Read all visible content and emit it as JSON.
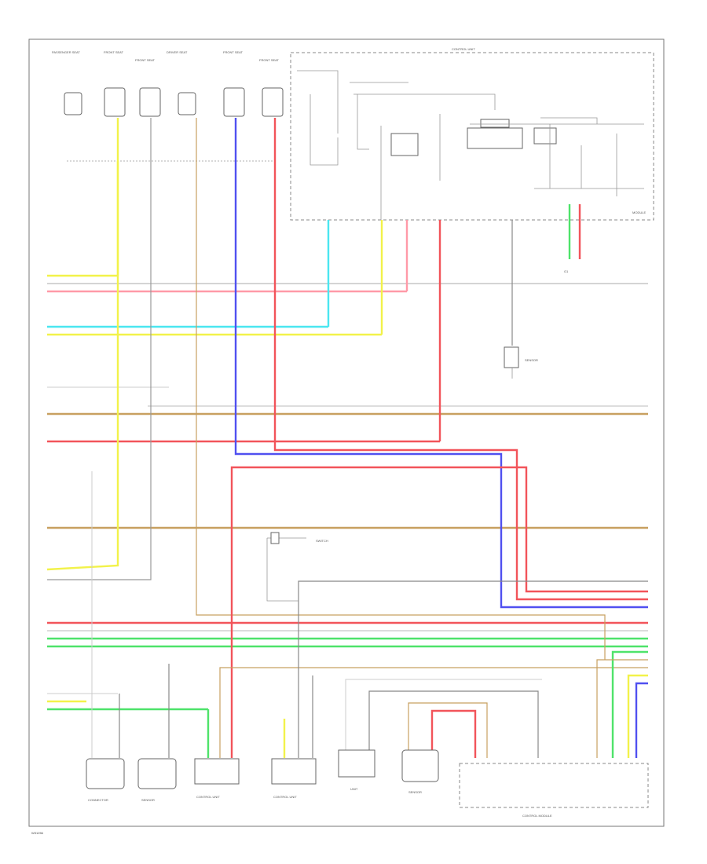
{
  "footer_code": "W31256",
  "control_unit": {
    "title": "CONTROL UNIT",
    "sub_label": "MODULE"
  },
  "top_components": [
    {
      "label": "PASSENGER SEAT"
    },
    {
      "label": "FRONT SEAT"
    },
    {
      "label": "FRONT SEAT"
    },
    {
      "label": "DRIVER SEAT"
    },
    {
      "label": "FRONT SEAT"
    },
    {
      "label": "FRONT SEAT"
    }
  ],
  "ground_label": "G1",
  "right_sensor_label": "SENSOR",
  "bottom_components": [
    {
      "label": "CONNECTOR"
    },
    {
      "label": "SENSOR"
    },
    {
      "label": "CONTROL UNIT"
    },
    {
      "label": "CONTROL UNIT"
    },
    {
      "label": "UNIT"
    },
    {
      "label": "SENSOR"
    },
    {
      "label": "CONTROL MODULE"
    }
  ],
  "mid_switch_label": "SWITCH",
  "wire_colors": {
    "yellow": "#f2f24a",
    "red": "#f2545a",
    "cyan": "#4ae6f0",
    "blue": "#5050f0",
    "green": "#4ee36a",
    "tan": "#c8a060",
    "gray": "#888888",
    "lightgray": "#c8c8c8",
    "pink": "#ff9aa8"
  }
}
